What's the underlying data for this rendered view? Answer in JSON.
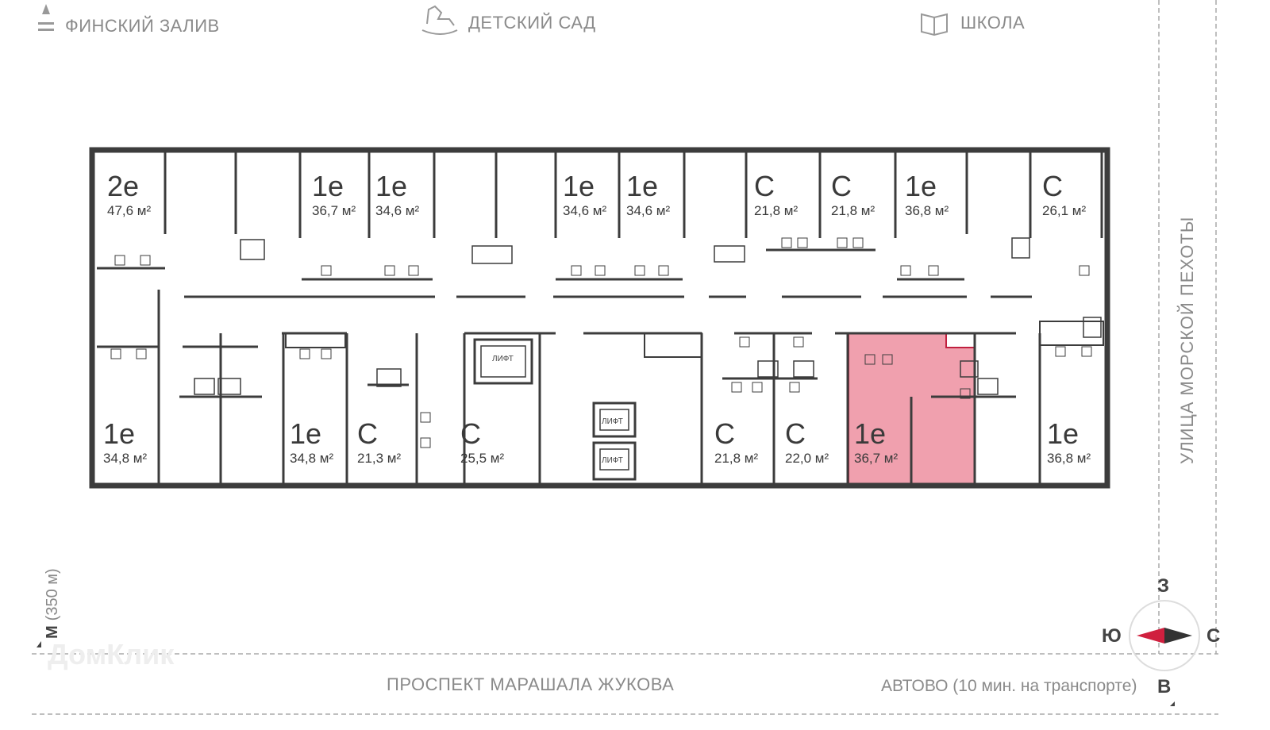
{
  "landmarks": {
    "gulf": "ФИНСКИЙ ЗАЛИВ",
    "kindergarten": "ДЕТСКИЙ САД",
    "school": "ШКОЛА",
    "street_east": "УЛИЦА МОРСКОЙ ПЕХОТЫ",
    "street_south": "ПРОСПЕКТ МАРАШАЛА ЖУКОВА",
    "metro": "АВТОВО (10 мин. на транспорте)",
    "metro_distance": "(350 м)",
    "metro_icon": "М"
  },
  "watermark": "ДомКлик",
  "compass": {
    "north": "С",
    "south": "Ю",
    "west": "З",
    "east": "В"
  },
  "lift_label": "ЛИФТ",
  "highlight_color": "#f0a0ae",
  "accent_color": "#d0203f",
  "units_top": [
    {
      "type": "2е",
      "area": "47,6 м²"
    },
    {
      "type": "1е",
      "area": "36,7 м²"
    },
    {
      "type": "1е",
      "area": "34,6 м²"
    },
    {
      "type": "1е",
      "area": "34,6 м²"
    },
    {
      "type": "1е",
      "area": "34,6 м²"
    },
    {
      "type": "С",
      "area": "21,8 м²"
    },
    {
      "type": "С",
      "area": "21,8 м²"
    },
    {
      "type": "1е",
      "area": "36,8 м²"
    },
    {
      "type": "С",
      "area": "26,1 м²"
    }
  ],
  "units_bottom": [
    {
      "type": "1е",
      "area": "34,8 м²"
    },
    {
      "type": "1е",
      "area": "34,8 м²"
    },
    {
      "type": "С",
      "area": "21,3 м²"
    },
    {
      "type": "С",
      "area": "25,5 м²"
    },
    {
      "type": "С",
      "area": "21,8 м²"
    },
    {
      "type": "С",
      "area": "22,0 м²"
    },
    {
      "type": "1е",
      "area": "36,7 м²",
      "selected": true
    },
    {
      "type": "1е",
      "area": "36,8 м²"
    }
  ]
}
